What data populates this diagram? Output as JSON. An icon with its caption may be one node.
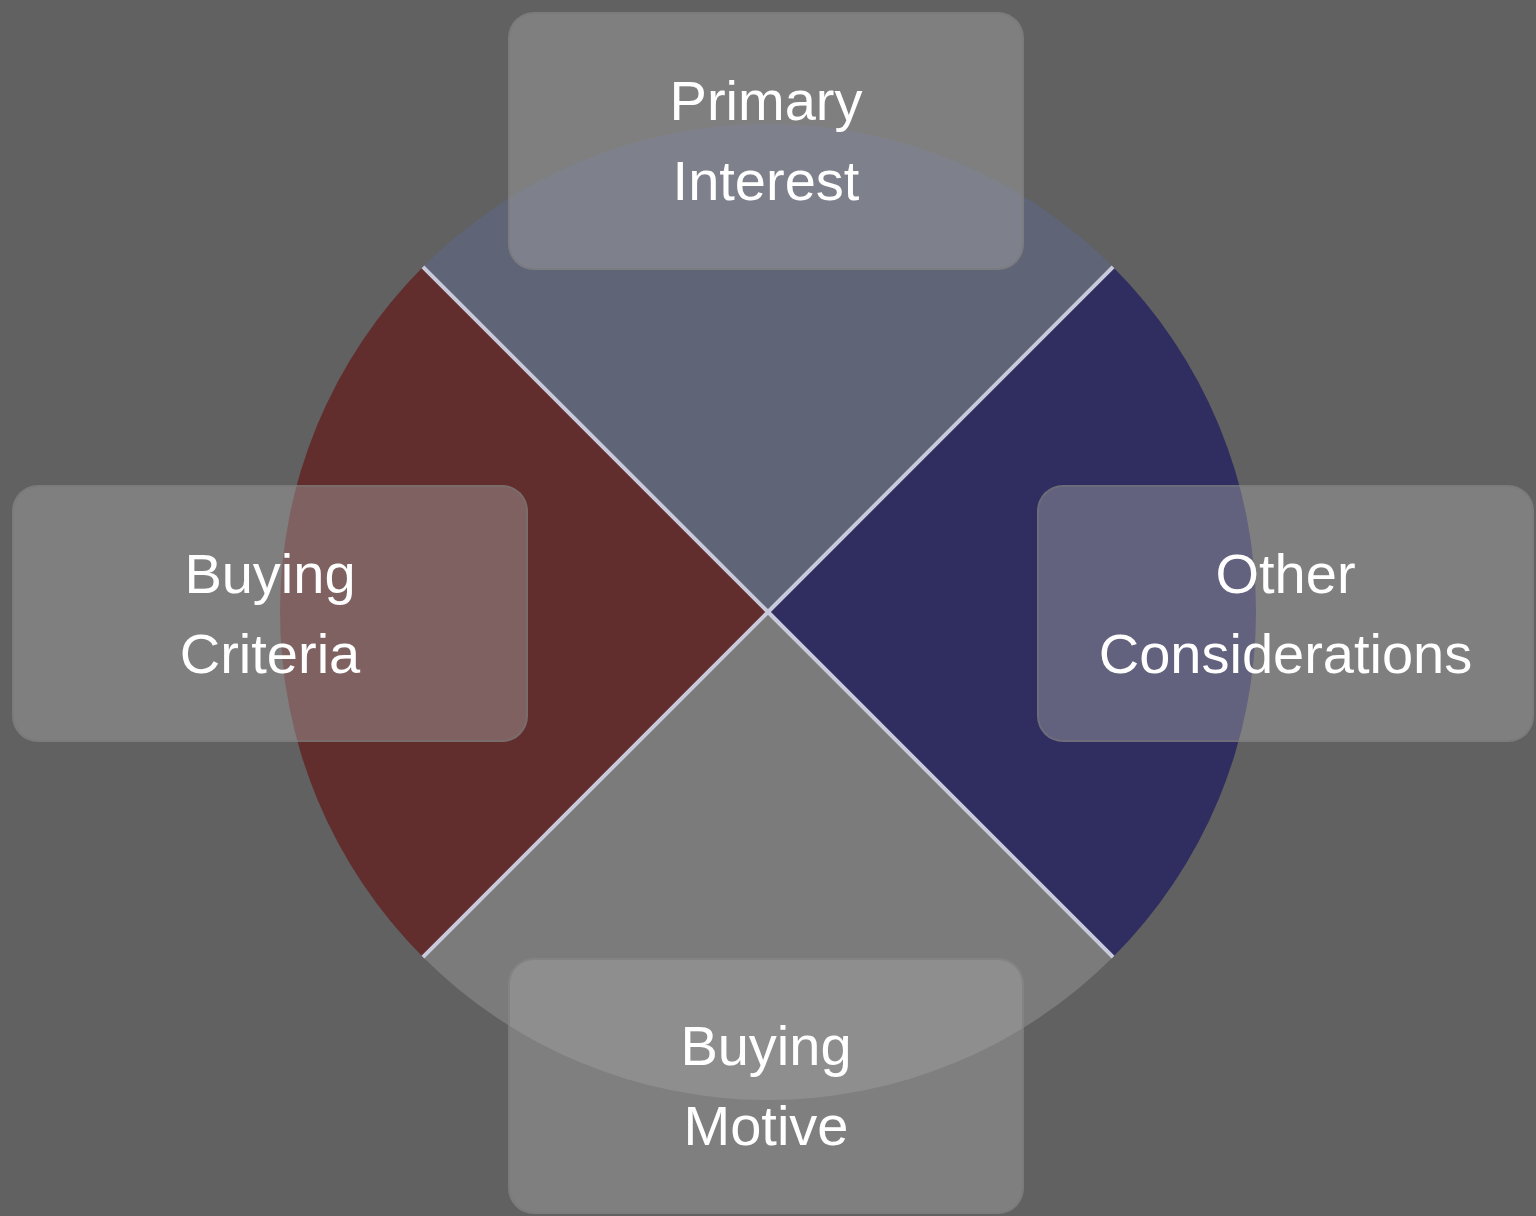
{
  "diagram": {
    "nodes": [
      {
        "text": [
          "Primary Interest"
        ]
      },
      {
        "text": [
          "Buying Criteria"
        ]
      },
      {
        "text": [
          "Other Considerations"
        ]
      },
      {
        "text": [
          "Buying Motive"
        ]
      }
    ]
  }
}
